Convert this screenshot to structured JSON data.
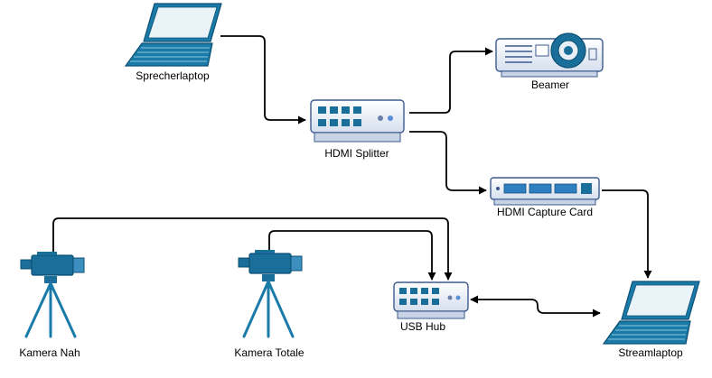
{
  "diagram": {
    "colors": {
      "device_fill": "#0B6E99",
      "device_light": "#E8EEF6",
      "device_stroke": "#3C5A8C",
      "line": "#000000",
      "background": "#FFFFFF"
    },
    "nodes": [
      {
        "id": "sprecherlaptop",
        "label": "Sprecherlaptop",
        "icon": "laptop-icon"
      },
      {
        "id": "hdmi-splitter",
        "label": "HDMI Splitter",
        "icon": "switch-icon"
      },
      {
        "id": "beamer",
        "label": "Beamer",
        "icon": "projector-icon"
      },
      {
        "id": "hdmi-capture-card",
        "label": "HDMI Capture Card",
        "icon": "capture-card-icon"
      },
      {
        "id": "streamlaptop",
        "label": "Streamlaptop",
        "icon": "laptop-icon"
      },
      {
        "id": "usb-hub",
        "label": "USB Hub",
        "icon": "hub-icon"
      },
      {
        "id": "kamera-nah",
        "label": "Kamera Nah",
        "icon": "camera-icon"
      },
      {
        "id": "kamera-totale",
        "label": "Kamera Totale",
        "icon": "camera-icon"
      }
    ],
    "edges": [
      {
        "from": "sprecherlaptop",
        "to": "hdmi-splitter",
        "direction": "forward"
      },
      {
        "from": "hdmi-splitter",
        "to": "beamer",
        "direction": "forward"
      },
      {
        "from": "hdmi-splitter",
        "to": "hdmi-capture-card",
        "direction": "forward"
      },
      {
        "from": "hdmi-capture-card",
        "to": "streamlaptop",
        "direction": "forward"
      },
      {
        "from": "kamera-nah",
        "to": "usb-hub",
        "direction": "forward"
      },
      {
        "from": "kamera-totale",
        "to": "usb-hub",
        "direction": "forward"
      },
      {
        "from": "usb-hub",
        "to": "streamlaptop",
        "direction": "both"
      }
    ]
  }
}
